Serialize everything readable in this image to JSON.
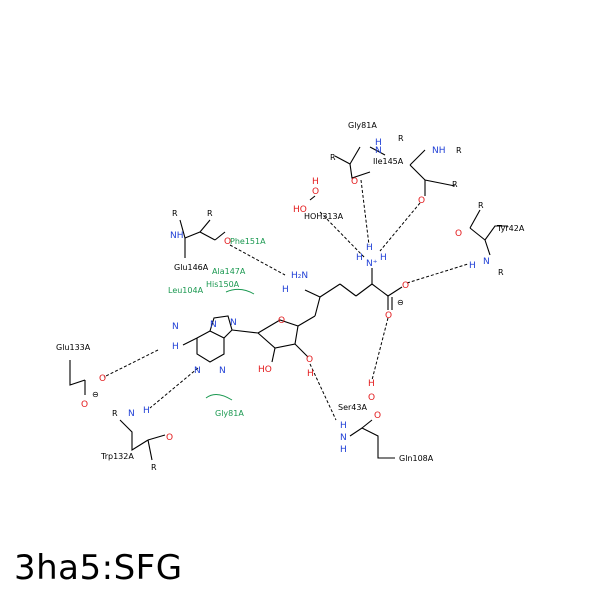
{
  "title": "3ha5:SFG",
  "residues": {
    "gly81_top": "Gly81A",
    "ile145": "Ile145A",
    "hoh313": "HOH313A",
    "tyr42": "Tyr42A",
    "glu146": "Glu146A",
    "glu133": "Glu133A",
    "trp132": "Trp132A",
    "ser43": "Ser43A",
    "gln108": "Gln108A"
  },
  "hydrophobic": {
    "phe151": "Phe151A",
    "ala147": "Ala147A",
    "his150": "His150A",
    "leu104": "Leu104A",
    "gly81_bottom": "Gly81A"
  },
  "atoms": {
    "R": "R",
    "N": "N",
    "O": "O",
    "H": "H",
    "NH": "NH",
    "HO": "HO",
    "OH": "OH",
    "H2N": "H₂N",
    "NH3plus": "N⁺",
    "minus": "⊖",
    "plus": "+"
  },
  "colors": {
    "nitrogen": "#1f3fd6",
    "oxygen": "#e31a1c",
    "hydrophobic": "#1a9850"
  }
}
